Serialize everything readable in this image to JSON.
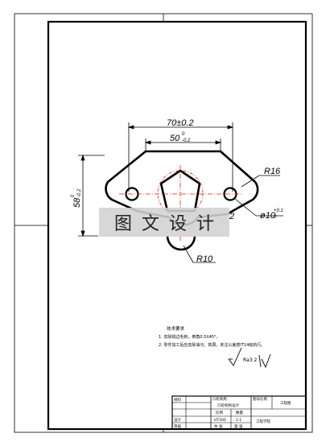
{
  "drawing": {
    "dimensions": {
      "overall_width": "70±0.2",
      "slot_width_base": "50",
      "slot_width_upper": "0",
      "slot_width_lower": "-0.2",
      "height_base": "58",
      "height_upper": "0",
      "height_lower": "-0.2",
      "radius_large": "R16",
      "radius_small": "R10",
      "radius_partial": "2",
      "hole_dia_base": "ø10",
      "hole_dia_upper": "+0.1",
      "hole_dia_lower": "0"
    },
    "watermark": "图文设计",
    "notes": {
      "heading": "技术要求",
      "item1": "1. 去除锐边毛刺，倒角0.5X45°。",
      "item2": "2. 零件加工后应去除油污、铁屑，未注公差按IT14级执行。"
    },
    "roughness": "Ra3.2",
    "title_block": {
      "r1c1": "材料",
      "r1c2": "凸轮机构",
      "r1c3": "图号比例",
      "r2c2": "凸轮机构设计",
      "r2c4": "工程图",
      "r3c2": "比例",
      "r3c3": "数量",
      "r4c1": "设计",
      "r4c2": "HT200",
      "r4c3": "1:1",
      "r4c4": "工程学院",
      "r5c1": "审核",
      "r5c2": "共 张",
      "r5c3": "第 张"
    }
  }
}
